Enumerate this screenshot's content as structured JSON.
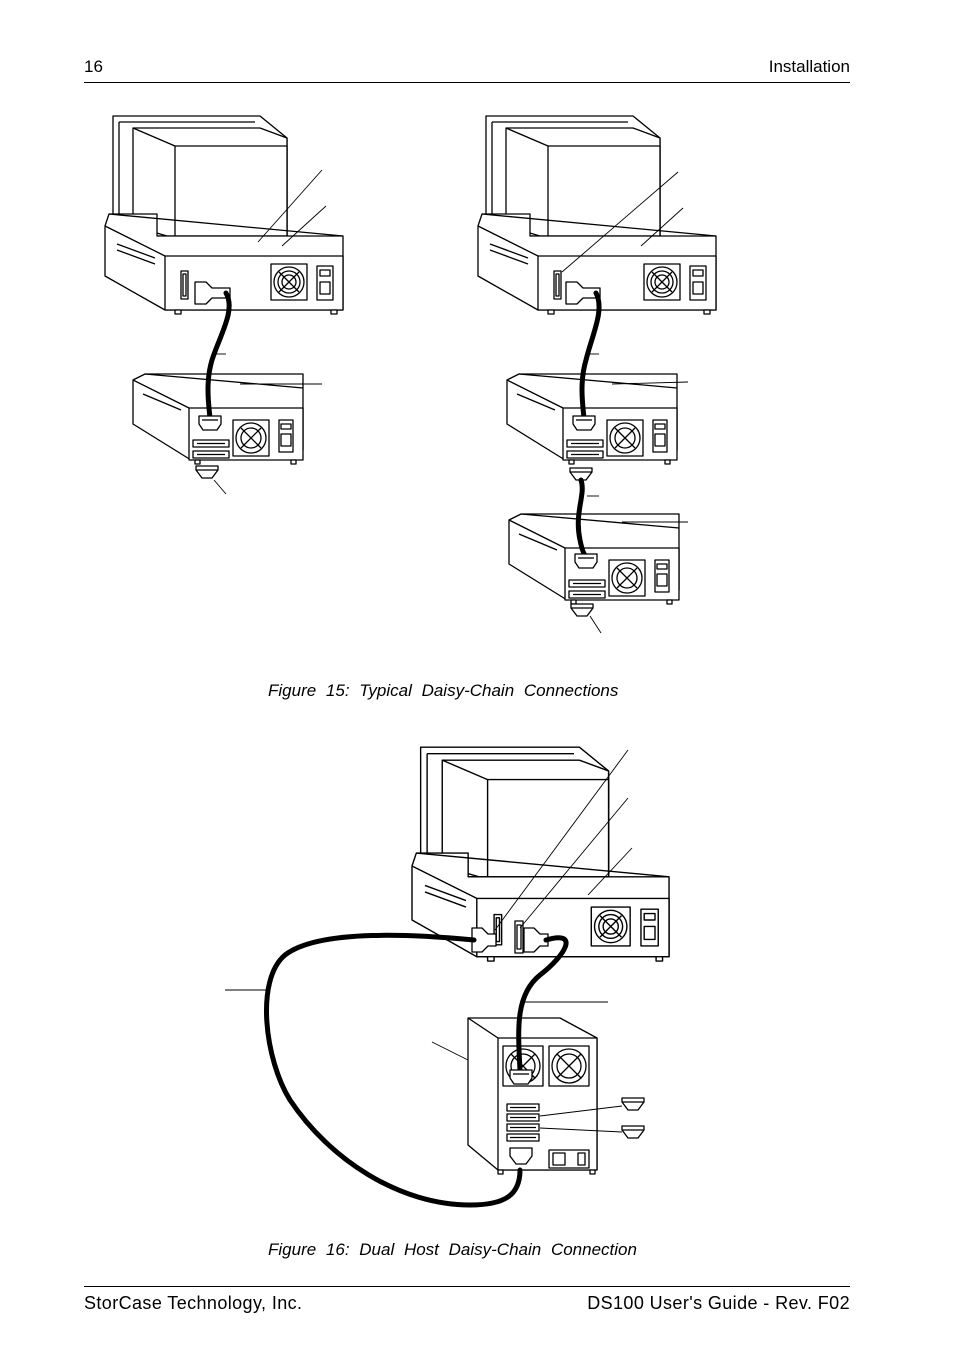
{
  "header": {
    "page_number": "16",
    "section": "Installation"
  },
  "figures": [
    {
      "caption": "Figure  15:  Typical  Daisy-Chain  Connections"
    },
    {
      "caption": "Figure  16:  Dual  Host  Daisy-Chain  Connection"
    }
  ],
  "footer": {
    "company": "StorCase Technology, Inc.",
    "doc": "DS100 User's Guide - Rev. F02"
  }
}
